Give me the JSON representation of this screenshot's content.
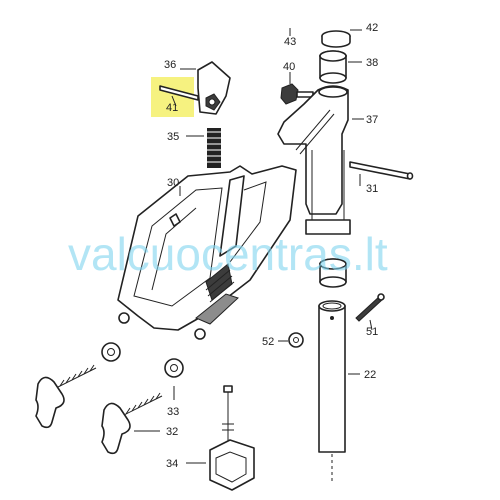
{
  "watermark": "valcuocentras.lt",
  "highlight_color": "#f5f06a",
  "callouts": {
    "n42": "42",
    "n43": "43",
    "n38": "38",
    "n40": "40",
    "n37": "37",
    "n36": "36",
    "n41": "41",
    "n35": "35",
    "n30": "30",
    "n31": "31",
    "n52": "52",
    "n51": "51",
    "n22": "22",
    "n33": "33",
    "n32": "32",
    "n34": "34"
  }
}
